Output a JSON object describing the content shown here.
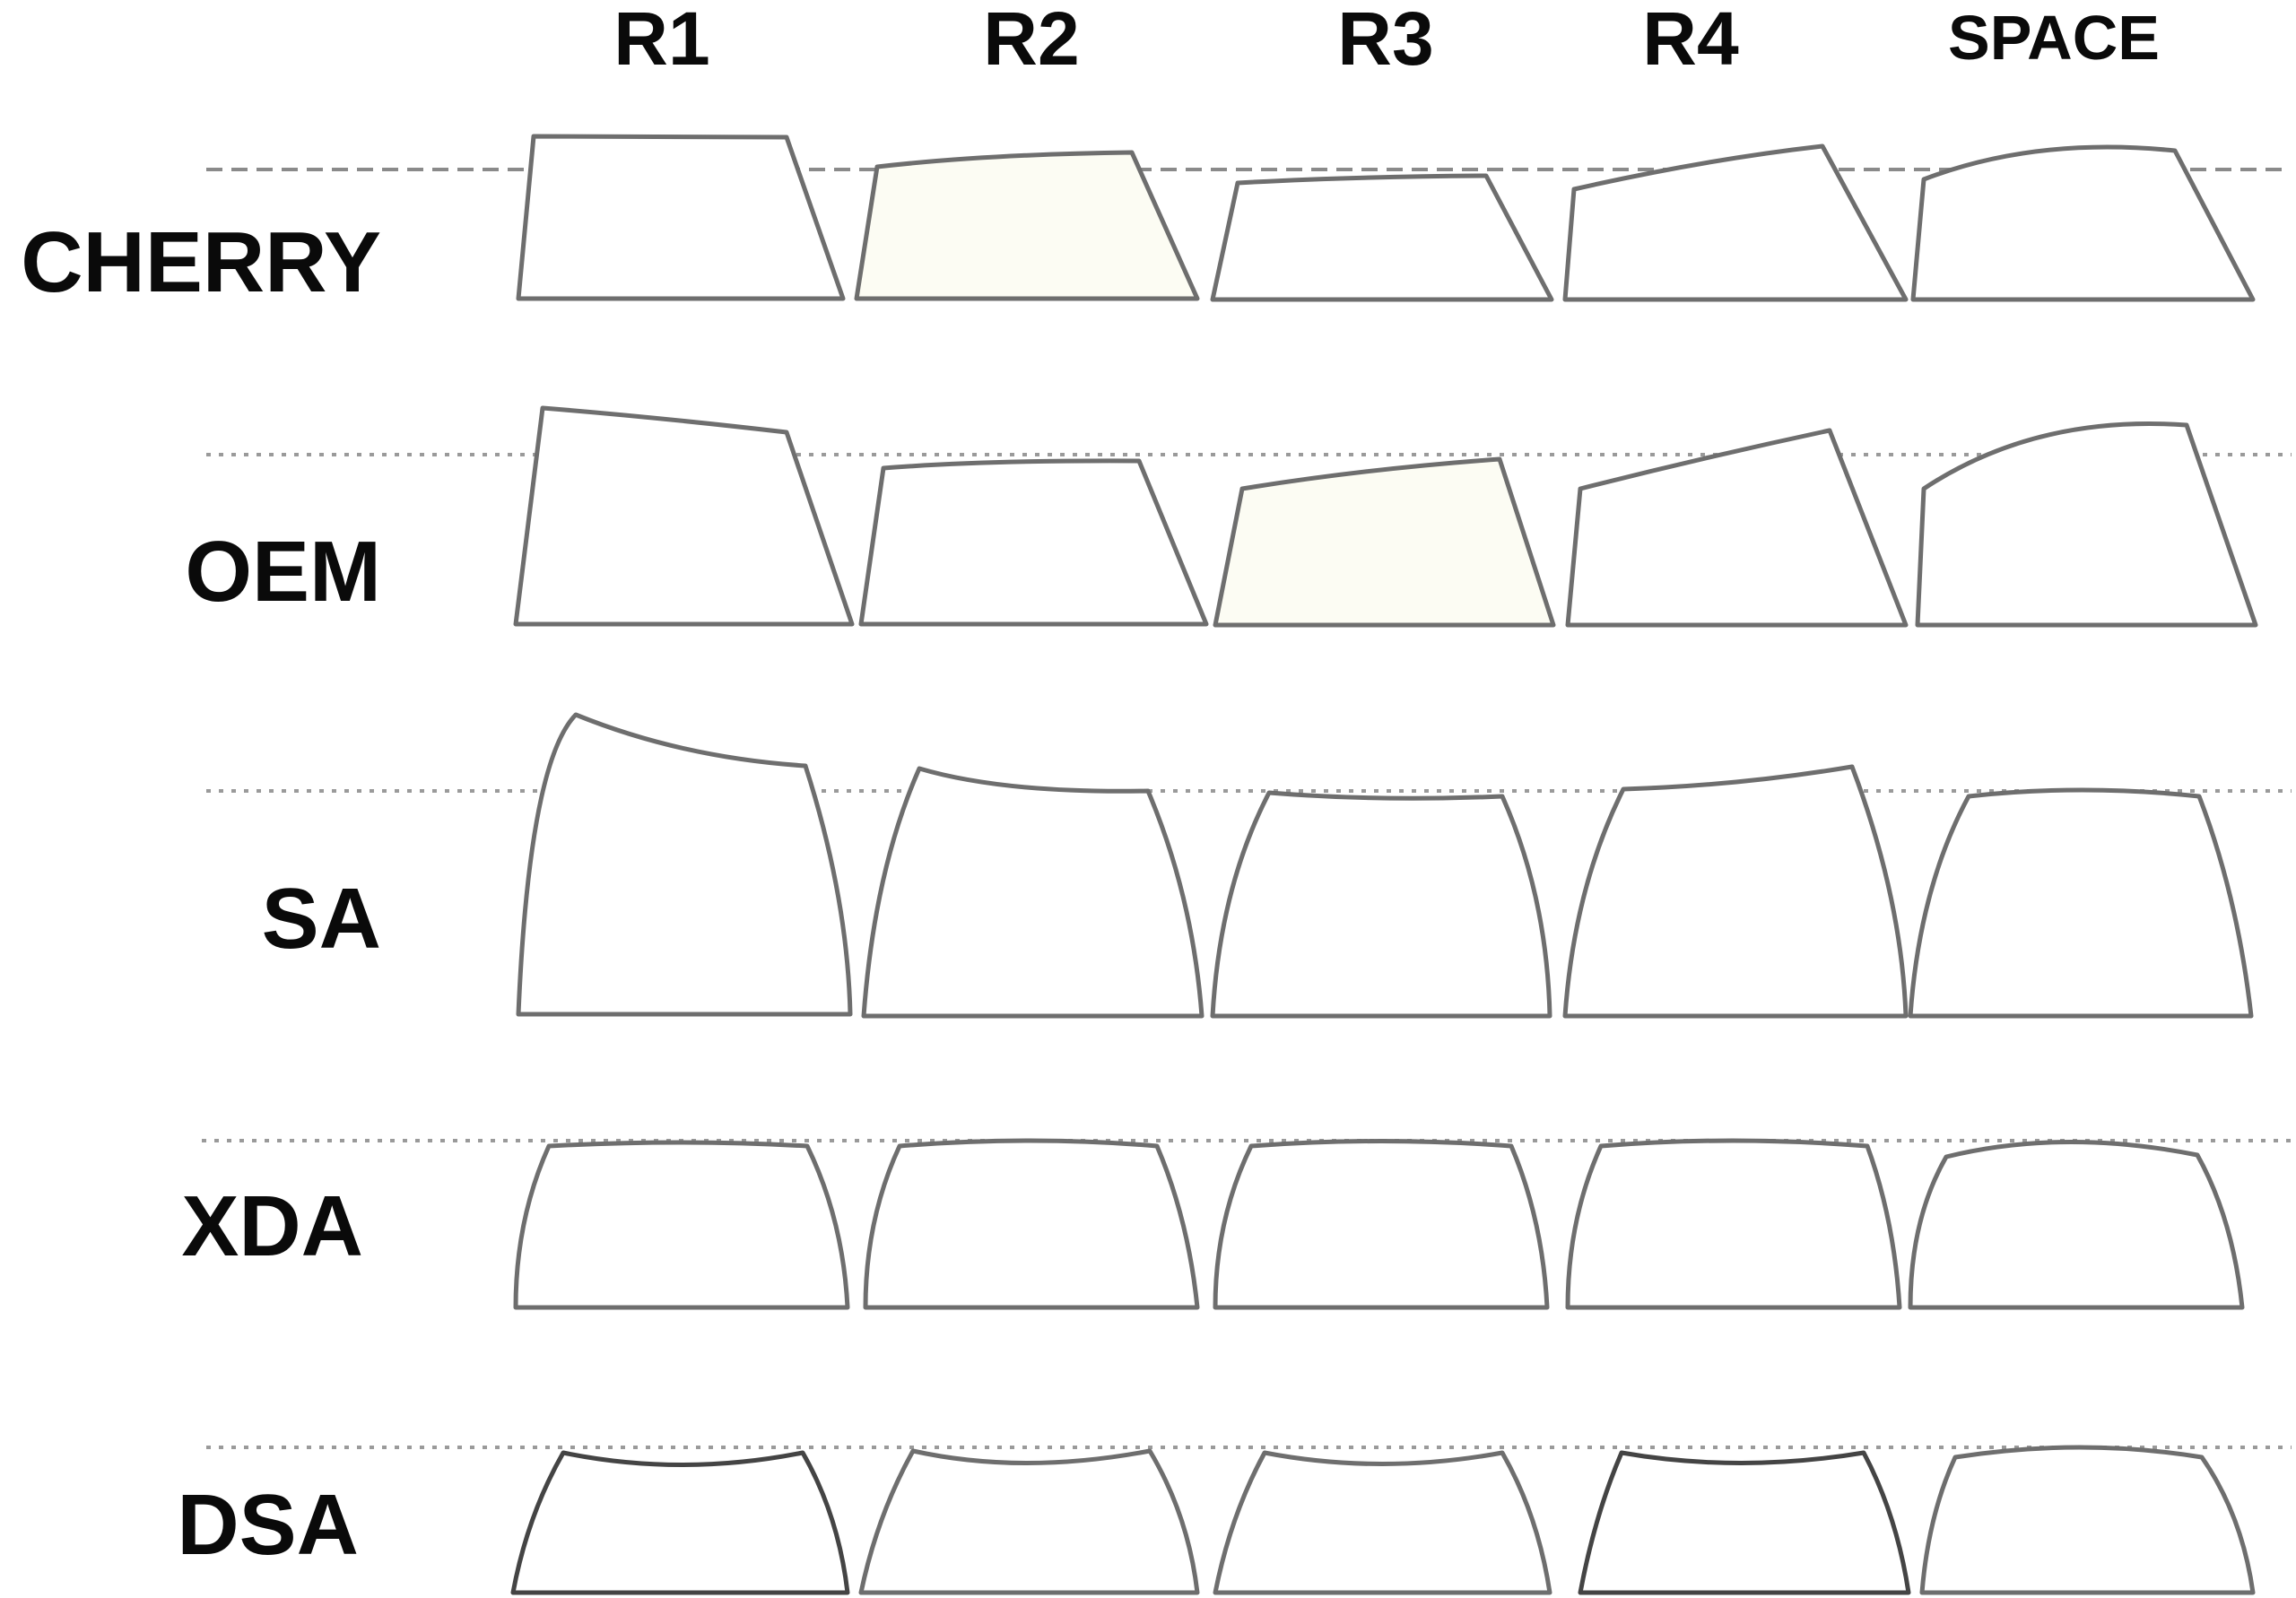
{
  "columns": [
    "R1",
    "R2",
    "R3",
    "R4",
    "SPACE"
  ],
  "profiles": [
    {
      "name": "CHERRY",
      "guide_style": "dashed",
      "highlighted_column": "R2"
    },
    {
      "name": "OEM",
      "guide_style": "dotted",
      "highlighted_column": "R3"
    },
    {
      "name": "SA",
      "guide_style": "dotted"
    },
    {
      "name": "XDA",
      "guide_style": "dotted"
    },
    {
      "name": "DSA",
      "guide_style": "dotted"
    }
  ],
  "colors": {
    "outline": "#6e6e6e",
    "highlight_fill": "#fcfcf3",
    "text": "#0a0a0a"
  }
}
